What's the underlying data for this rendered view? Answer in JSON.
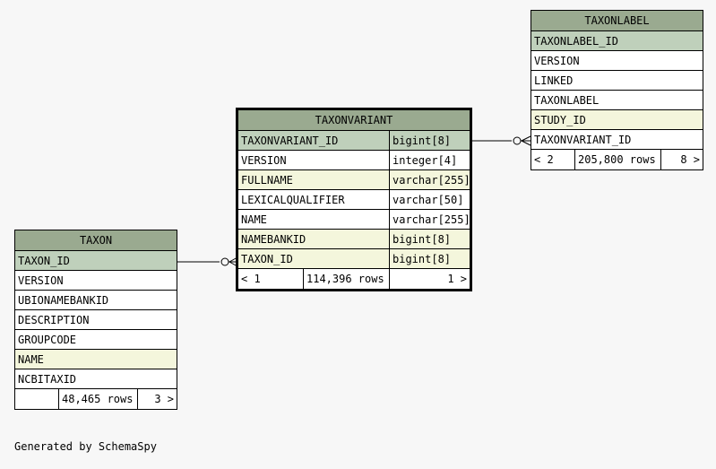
{
  "taxonlabel": {
    "title": "TAXONLABEL",
    "columns": [
      {
        "name": "TAXONLABEL_ID",
        "kind": "pk"
      },
      {
        "name": "VERSION",
        "kind": ""
      },
      {
        "name": "LINKED",
        "kind": ""
      },
      {
        "name": "TAXONLABEL",
        "kind": ""
      },
      {
        "name": "STUDY_ID",
        "kind": "fk"
      },
      {
        "name": "TAXONVARIANT_ID",
        "kind": ""
      }
    ],
    "footer": {
      "left": "< 2",
      "rows": "205,800 rows",
      "right": "8 >"
    }
  },
  "taxonvariant": {
    "title": "TAXONVARIANT",
    "columns": [
      {
        "name": "TAXONVARIANT_ID",
        "type": "bigint[8]",
        "kind": "pk"
      },
      {
        "name": "VERSION",
        "type": "integer[4]",
        "kind": ""
      },
      {
        "name": "FULLNAME",
        "type": "varchar[255]",
        "kind": "fk"
      },
      {
        "name": "LEXICALQUALIFIER",
        "type": "varchar[50]",
        "kind": ""
      },
      {
        "name": "NAME",
        "type": "varchar[255]",
        "kind": ""
      },
      {
        "name": "NAMEBANKID",
        "type": "bigint[8]",
        "kind": "fk"
      },
      {
        "name": "TAXON_ID",
        "type": "bigint[8]",
        "kind": "fk"
      }
    ],
    "footer": {
      "left": "< 1",
      "rows": "114,396 rows",
      "right": "1 >"
    }
  },
  "taxon": {
    "title": "TAXON",
    "columns": [
      {
        "name": "TAXON_ID",
        "kind": "pk"
      },
      {
        "name": "VERSION",
        "kind": ""
      },
      {
        "name": "UBIONAMEBANKID",
        "kind": ""
      },
      {
        "name": "DESCRIPTION",
        "kind": ""
      },
      {
        "name": "GROUPCODE",
        "kind": ""
      },
      {
        "name": "NAME",
        "kind": "fk"
      },
      {
        "name": "NCBITAXID",
        "kind": ""
      }
    ],
    "footer": {
      "left": "",
      "rows": "48,465 rows",
      "right": "3 >"
    }
  },
  "credit": "Generated by SchemaSpy",
  "colors": {
    "header": "#9aaa90",
    "pk": "#bfd0bb",
    "fk": "#f4f6dc",
    "background": "#f7f7f7"
  }
}
